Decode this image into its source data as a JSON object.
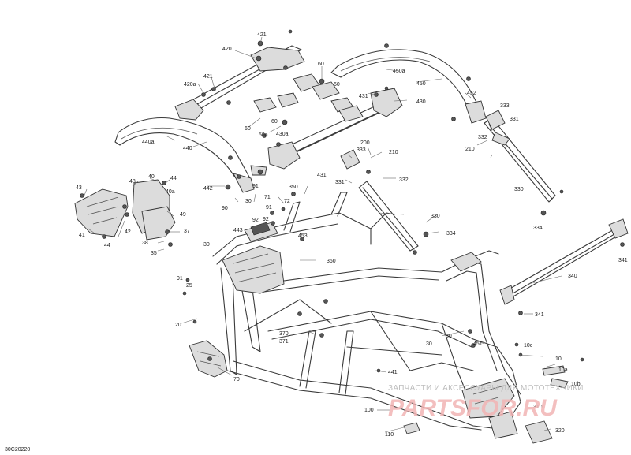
{
  "diagram": {
    "reference": "30C20220",
    "labels": [
      "421",
      "420",
      "421",
      "420a",
      "60",
      "60",
      "450a",
      "450",
      "452",
      "431",
      "430",
      "333",
      "331",
      "60",
      "60",
      "50a",
      "430a",
      "440a",
      "440",
      "200",
      "210",
      "210",
      "333",
      "332",
      "442",
      "431",
      "331",
      "332",
      "330",
      "43",
      "40",
      "44",
      "48",
      "40a",
      "91",
      "350",
      "71",
      "72",
      "30",
      "90",
      "453",
      "91",
      "92",
      "92",
      "443",
      "49",
      "37",
      "41",
      "42",
      "44",
      "38",
      "35",
      "30",
      "330",
      "334",
      "334",
      "341",
      "360",
      "91",
      "25",
      "340",
      "370",
      "371",
      "80",
      "341",
      "20",
      "451",
      "30",
      "10c",
      "441",
      "70",
      "10",
      "10a",
      "10b",
      "310",
      "100",
      "110",
      "320"
    ]
  },
  "watermark": {
    "caption": "ЗАПЧАСТИ И АКСЕССУАРЫ ДЛЯ МОТОТЕХНИКИ",
    "brand": "PARTSFOR.RU"
  }
}
